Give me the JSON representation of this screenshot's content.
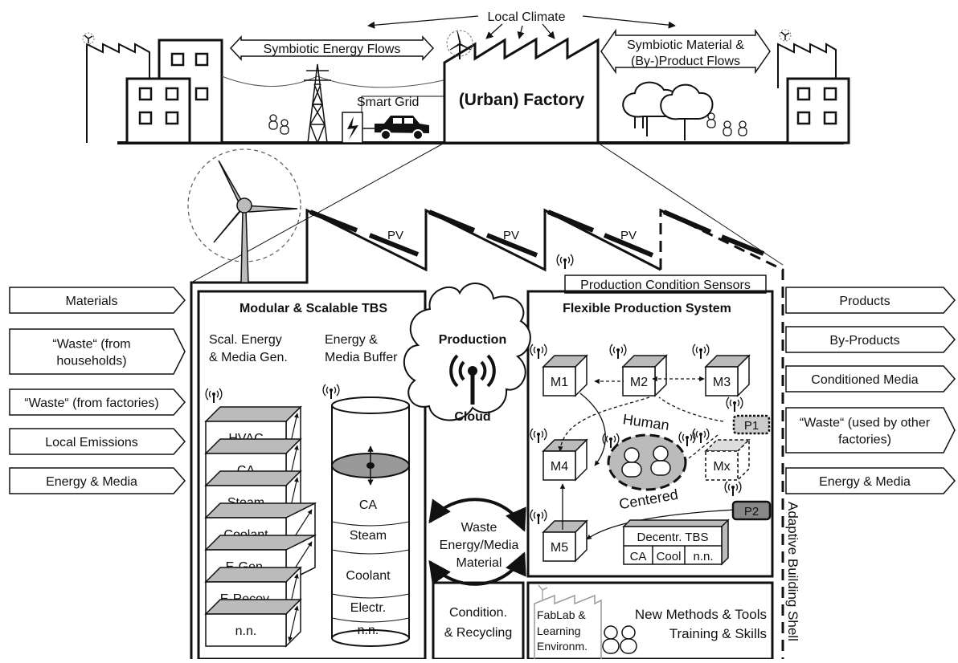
{
  "top": {
    "local_climate": "Local Climate",
    "symbiotic_energy": "Symbiotic Energy Flows",
    "symbiotic_material_1": "Symbiotic Material &",
    "symbiotic_material_2": "(By-)Product Flows",
    "smart_grid": "Smart Grid",
    "urban_factory": "(Urban) Factory"
  },
  "pv": [
    "PV",
    "PV",
    "PV"
  ],
  "inputs": {
    "materials": "Materials",
    "waste_households_1": "“Waste“ (from",
    "waste_households_2": "households)",
    "waste_factories": "“Waste“ (from factories)",
    "local_emissions": "Local Emissions",
    "energy_media": "Energy & Media"
  },
  "outputs": {
    "products": "Products",
    "by_products": "By-Products",
    "conditioned_media": "Conditioned Media",
    "waste_other_1": "“Waste“ (used by other",
    "waste_other_2": "factories)",
    "energy_media": "Energy & Media"
  },
  "tbs": {
    "title": "Modular & Scalable TBS",
    "gen_1": "Scal. Energy",
    "gen_2": "& Media Gen.",
    "buf_1": "Energy &",
    "buf_2": "Media Buffer",
    "stack": [
      "HVAC",
      "CA",
      "Steam",
      "Coolant",
      "E-Gen.",
      "E-Recov.",
      "n.n."
    ],
    "cylinder": [
      "CA",
      "Steam",
      "Coolant",
      "Electr.",
      "n.n."
    ]
  },
  "cloud": {
    "line1": "Production",
    "line2": "Cloud"
  },
  "waste": {
    "line1": "Waste",
    "line2": "Energy/Media",
    "line3": "Material"
  },
  "condition": {
    "line1": "Condition.",
    "line2": "& Recycling"
  },
  "sensors": "Production Condition Sensors",
  "fps": {
    "title": "Flexible Production System",
    "machines": [
      "M1",
      "M2",
      "M3",
      "M4",
      "Mx",
      "M5"
    ],
    "p1": "P1",
    "p2": "P2",
    "human": "Human",
    "centered": "Centered",
    "decentr": "Decentr. TBS",
    "decentr_cells": [
      "CA",
      "Cool",
      "n.n."
    ]
  },
  "adaptive_shell": "Adaptive Building Shell",
  "fablab": {
    "l1": "FabLab &",
    "l2": "Learning",
    "l3": "Environm.",
    "methods": "New Methods & Tools",
    "training": "Training & Skills"
  }
}
